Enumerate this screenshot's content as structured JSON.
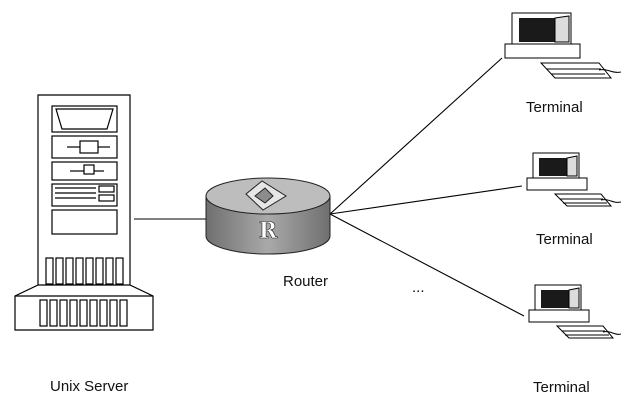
{
  "diagram": {
    "server_label": "Unix Server",
    "router_label": "Router",
    "router_letter": "R",
    "ellipsis": "...",
    "terminals": [
      {
        "label": "Terminal"
      },
      {
        "label": "Terminal"
      },
      {
        "label": "Terminal"
      }
    ]
  }
}
